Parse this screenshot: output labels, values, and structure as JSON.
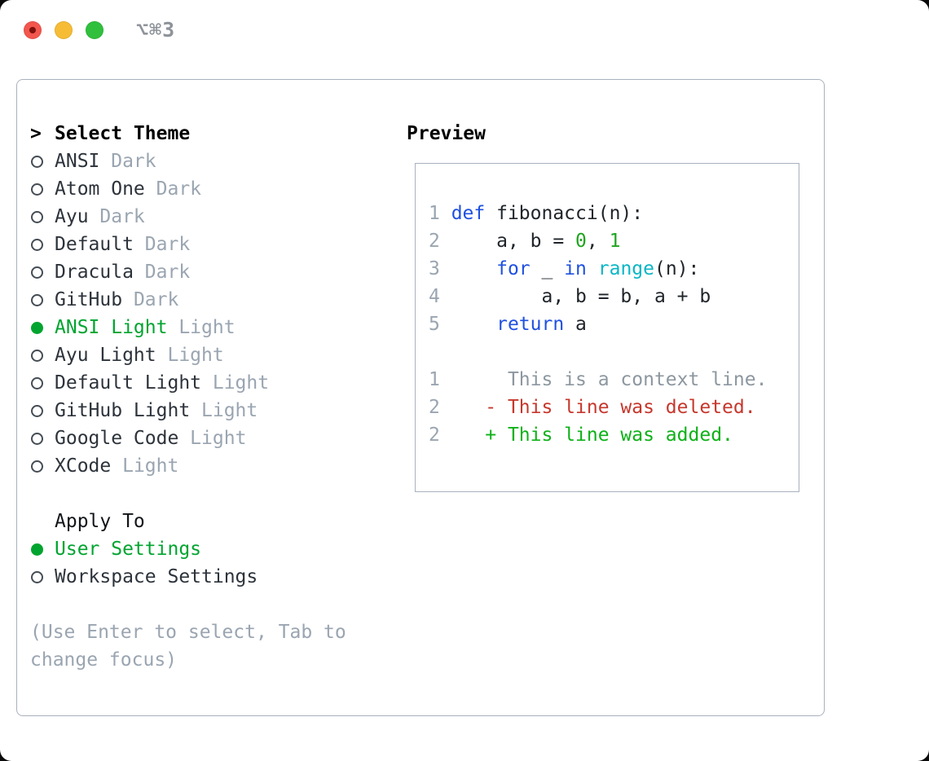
{
  "titlebar": {
    "shortcut": "⌥⌘3",
    "traffic_lights": [
      "close",
      "minimize",
      "zoom"
    ]
  },
  "colors": {
    "accent_green": "#00a42f",
    "keyword_blue": "#1f50e0",
    "builtin_cyan": "#0ab6c4",
    "literal_green": "#1fa41f",
    "deleted_red": "#c6372c",
    "added_green": "#0db117",
    "muted_gray": "#9aa5b1",
    "border_gray": "#a9b1bd"
  },
  "theme_selector": {
    "header_marker": ">",
    "header": "Select Theme",
    "items": [
      {
        "name": "ANSI",
        "tag": "Dark",
        "selected": false
      },
      {
        "name": "Atom One",
        "tag": "Dark",
        "selected": false
      },
      {
        "name": "Ayu",
        "tag": "Dark",
        "selected": false
      },
      {
        "name": "Default",
        "tag": "Dark",
        "selected": false
      },
      {
        "name": "Dracula",
        "tag": "Dark",
        "selected": false
      },
      {
        "name": "GitHub",
        "tag": "Dark",
        "selected": false
      },
      {
        "name": "ANSI Light",
        "tag": "Light",
        "selected": true
      },
      {
        "name": "Ayu Light",
        "tag": "Light",
        "selected": false
      },
      {
        "name": "Default Light",
        "tag": "Light",
        "selected": false
      },
      {
        "name": "GitHub Light",
        "tag": "Light",
        "selected": false
      },
      {
        "name": "Google Code",
        "tag": "Light",
        "selected": false
      },
      {
        "name": "XCode",
        "tag": "Light",
        "selected": false
      }
    ],
    "apply_to": {
      "header": "Apply To",
      "options": [
        {
          "name": "User Settings",
          "selected": true
        },
        {
          "name": "Workspace Settings",
          "selected": false
        }
      ]
    },
    "hint": "(Use Enter to select, Tab to change focus)"
  },
  "preview": {
    "header": "Preview",
    "lines": [
      {
        "num": "1",
        "segments": [
          {
            "t": "def",
            "s": "kw"
          },
          {
            "t": " fibonacci(n):",
            "s": "plain"
          }
        ]
      },
      {
        "num": "2",
        "segments": [
          {
            "t": "    a, b = ",
            "s": "plain"
          },
          {
            "t": "0",
            "s": "num"
          },
          {
            "t": ", ",
            "s": "plain"
          },
          {
            "t": "1",
            "s": "num"
          }
        ]
      },
      {
        "num": "3",
        "segments": [
          {
            "t": "    ",
            "s": "plain"
          },
          {
            "t": "for",
            "s": "kw"
          },
          {
            "t": " _ ",
            "s": "plain"
          },
          {
            "t": "in",
            "s": "kw"
          },
          {
            "t": " ",
            "s": "plain"
          },
          {
            "t": "range",
            "s": "builtin"
          },
          {
            "t": "(n):",
            "s": "plain"
          }
        ]
      },
      {
        "num": "4",
        "segments": [
          {
            "t": "        a, b = b, a + b",
            "s": "plain"
          }
        ]
      },
      {
        "num": "5",
        "segments": [
          {
            "t": "    ",
            "s": "plain"
          },
          {
            "t": "return",
            "s": "kw"
          },
          {
            "t": " a",
            "s": "plain"
          }
        ]
      },
      {
        "num": "",
        "segments": []
      },
      {
        "num": "1",
        "segments": [
          {
            "t": "     This is a context line.",
            "s": "ctx"
          }
        ]
      },
      {
        "num": "2",
        "segments": [
          {
            "t": "   - This line was deleted.",
            "s": "del"
          }
        ]
      },
      {
        "num": "2",
        "segments": [
          {
            "t": "   + This line was added.",
            "s": "add"
          }
        ]
      }
    ]
  }
}
